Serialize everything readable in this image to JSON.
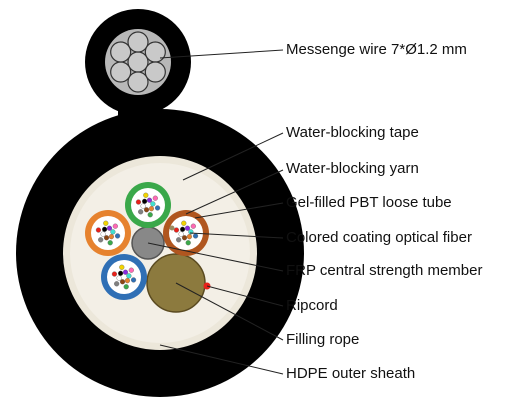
{
  "labels": {
    "messenger_wire": "Messenge wire 7*Ø1.2 mm",
    "water_blocking_tape": "Water-blocking tape",
    "water_blocking_yarn": "Water-blocking yarn",
    "loose_tube": "Gel-filled PBT loose tube",
    "optical_fiber": "Colored coating optical fiber",
    "frp_member": "FRP central strength member",
    "ripcord": "Ripcord",
    "filling_rope": "Filling rope",
    "outer_sheath": "HDPE outer sheath"
  },
  "colors": {
    "sheath": "#000000",
    "core_fill": "#efe8d8",
    "tape_ring": "#ece7da",
    "messenger_strand": "#c9c9c9",
    "frp_member": "#888888",
    "filling_rope": "#8c7a3e",
    "ripcord": "#e8201a",
    "tube_green": "#3aa84a",
    "tube_brown": "#b0561f",
    "tube_orange": "#e6822e",
    "tube_blue": "#2f6fb5",
    "leader_line": "#222222"
  },
  "tubes": [
    {
      "name": "green-tube",
      "color": "tube_green"
    },
    {
      "name": "brown-tube",
      "color": "tube_brown"
    },
    {
      "name": "orange-tube",
      "color": "tube_orange"
    },
    {
      "name": "blue-tube",
      "color": "tube_blue"
    }
  ],
  "fiber_colors": [
    "#2f6fb5",
    "#e6822e",
    "#3aa84a",
    "#8b4513",
    "#808080",
    "#ffffff",
    "#e8201a",
    "#000000",
    "#f2d400",
    "#8a2be2",
    "#ff69b4",
    "#40e0d0"
  ]
}
